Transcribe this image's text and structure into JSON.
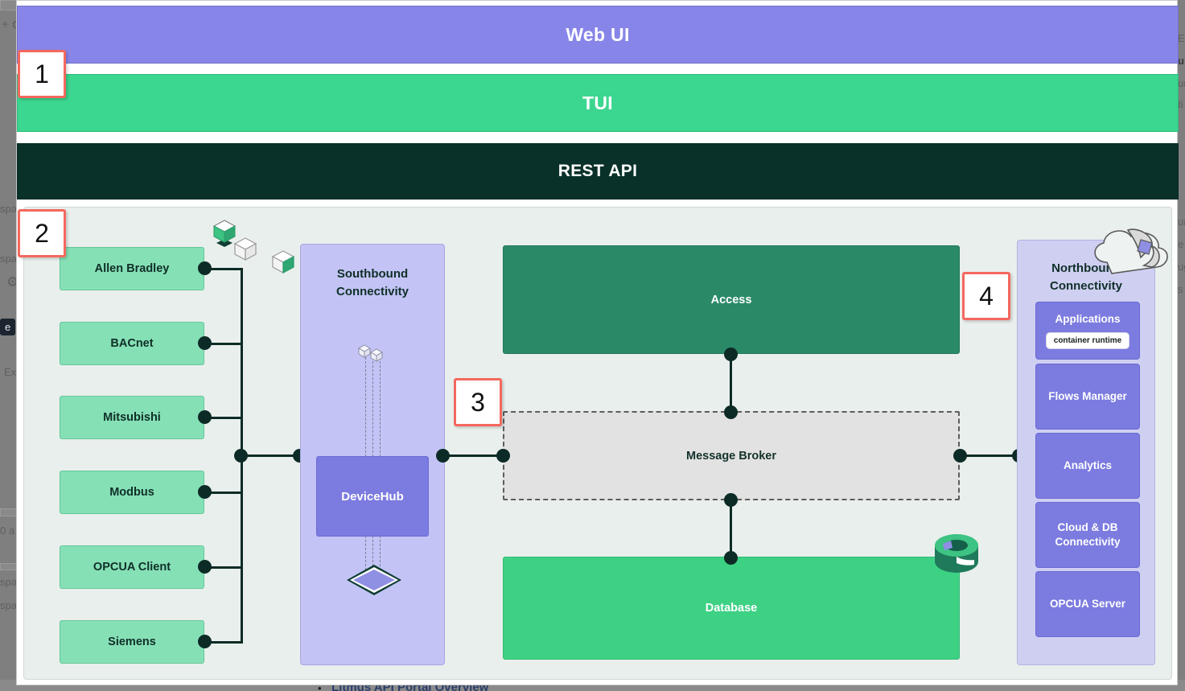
{
  "background_page": {
    "fragments": [
      "spa",
      "spa",
      "Ex",
      "0 a",
      "spa",
      "spa",
      "El",
      "un",
      "un",
      "e",
      "ug",
      "s",
      "ti"
    ],
    "highlighted_pill": "e",
    "bottom_link": "Litmus API Portal Overview",
    "plus_label": "+"
  },
  "banners": [
    {
      "label": "Web UI",
      "color": "#8785e8",
      "name": "web-ui"
    },
    {
      "label": "TUI",
      "color": "#3bd68f",
      "name": "tui"
    },
    {
      "label": "REST API",
      "color": "#0a3129",
      "name": "rest-api"
    }
  ],
  "badges": [
    {
      "number": "1"
    },
    {
      "number": "2"
    },
    {
      "number": "3"
    },
    {
      "number": "4"
    }
  ],
  "southbound": {
    "title_line1": "Southbound",
    "title_line2": "Connectivity",
    "device_hub": "DeviceHub",
    "protocols": [
      {
        "label": "Allen Bradley"
      },
      {
        "label": "BACnet"
      },
      {
        "label": "Mitsubishi"
      },
      {
        "label": "Modbus"
      },
      {
        "label": "OPCUA Client"
      },
      {
        "label": "Siemens"
      }
    ]
  },
  "center": {
    "access": "Access",
    "message_broker": "Message Broker",
    "database": "Database"
  },
  "northbound": {
    "title_line1": "Northbound",
    "title_line2": "Connectivity",
    "cards": [
      {
        "label": "Applications",
        "pill": "container runtime"
      },
      {
        "label": "Flows Manager",
        "pill": ""
      },
      {
        "label": "Analytics",
        "pill": ""
      },
      {
        "label": "Cloud & DB\nConnectivity",
        "line1": "Cloud & DB",
        "line2": "Connectivity",
        "pill": ""
      },
      {
        "label": "OPCUA Server",
        "pill": ""
      }
    ]
  },
  "colors": {
    "web_ui": "#8785e8",
    "tui": "#3bd68f",
    "rest_api": "#0a3129",
    "protocol_box": "#86e0b6",
    "device_hub": "#7b7be0",
    "access": "#2a8a68",
    "message_broker": "#e3e2e2",
    "database": "#3dd184",
    "northbound_card": "#7b7be0",
    "panel_south": "#c3c4f5",
    "panel_north": "#cfcff2",
    "diagram_bg": "#e9efec",
    "connector": "#0d2b26",
    "badge_border": "#f4685e"
  },
  "icons": {
    "cube_green": "cube-green-icon",
    "cube_outline": "cube-outline-icon",
    "cube_half_green": "cube-half-green-icon",
    "diamond": "diamond-plate-icon",
    "database_cylinder": "database-cylinder-icon",
    "cloud": "cloud-icon",
    "gear": "gear-icon"
  }
}
